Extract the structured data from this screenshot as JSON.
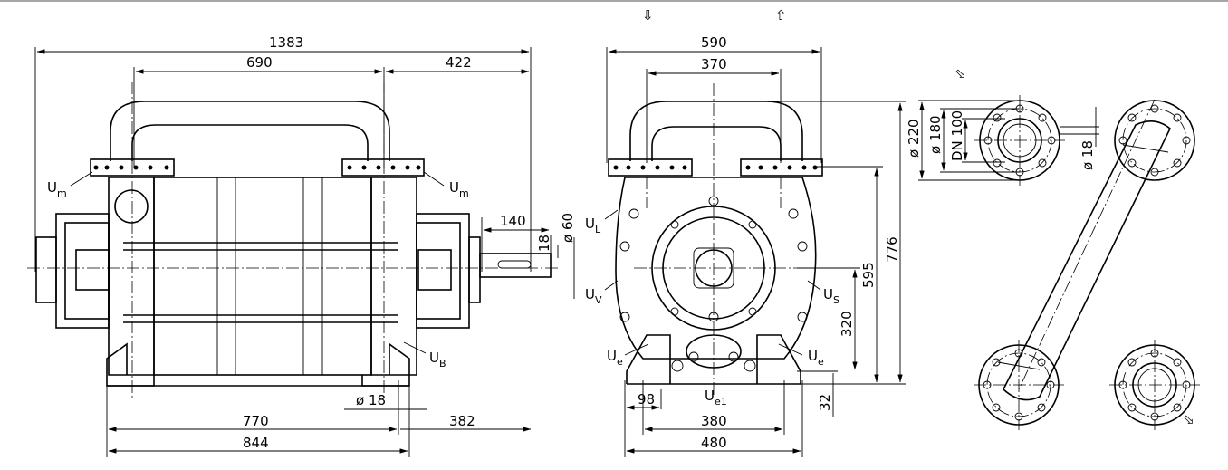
{
  "side_view": {
    "dim_overall_length": "1383",
    "dim_flange_span": "690",
    "dim_right_overhang": "422",
    "dim_shaft_length": "140",
    "dim_shaft_key": "18",
    "dim_shaft_diameter": "ø 60",
    "dim_bolt_hole": "ø 18",
    "dim_foot_center": "770",
    "dim_foot_right": "382",
    "dim_foot_overall": "844",
    "label_um_left": "U",
    "label_um_left_sub": "m",
    "label_um_right": "U",
    "label_um_right_sub": "m",
    "label_ub": "U",
    "label_ub_sub": "B"
  },
  "front_view": {
    "dim_width_top": "590",
    "dim_flange_pitch": "370",
    "dim_height_total": "776",
    "dim_height_flange": "595",
    "dim_shaft_height": "320",
    "dim_base_height": "32",
    "dim_foot_offset": "98",
    "dim_foot_pitch": "380",
    "dim_base_width": "480",
    "arrow_in": "⇩",
    "arrow_out": "⇧",
    "label_ul": "U",
    "label_ul_sub": "L",
    "label_uv": "U",
    "label_uv_sub": "V",
    "label_us": "U",
    "label_us_sub": "S",
    "label_ue_left": "U",
    "label_ue_left_sub": "e",
    "label_ue_right": "U",
    "label_ue_right_sub": "e",
    "label_ue1": "U",
    "label_ue1_sub": "e1"
  },
  "flange_detail": {
    "dim_outer": "ø 220",
    "dim_bolt_circle": "ø 180",
    "dim_nominal": "DN 100",
    "dim_hole": "ø 18",
    "arrow_in": "⇩",
    "arrow_out": "⇩"
  }
}
